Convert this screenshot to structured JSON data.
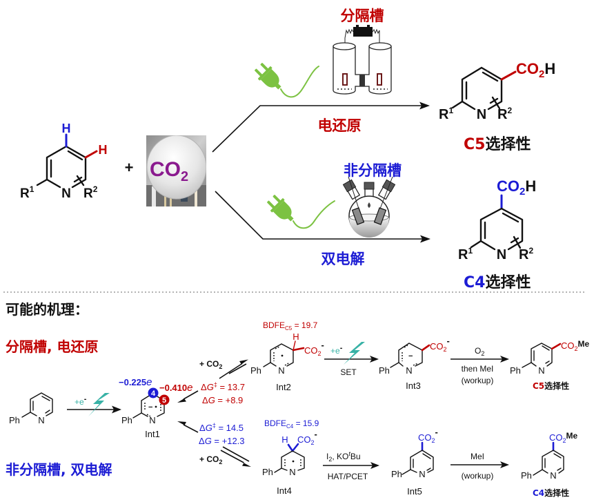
{
  "colors": {
    "red": "#c00000",
    "blue": "#1c1cd4",
    "teal": "#38b2a6",
    "green": "#7cc242",
    "purple": "#8a1a8e"
  },
  "top": {
    "reactant": {
      "h_c4": "H",
      "h_c5": "H",
      "r1": "R",
      "r1_sup": "1",
      "n": "N",
      "r2": "R",
      "r2_sup": "2"
    },
    "plus": "+",
    "co2_photo": {
      "formula": "CO",
      "formula_sub": "2"
    },
    "route_divided": {
      "cell_label": "分隔槽",
      "method_label": "电还原",
      "product": {
        "co": "CO",
        "co_sub": "2",
        "h": "H",
        "r1": "R",
        "r1_sup": "1",
        "n": "N",
        "r2": "R",
        "r2_sup": "2"
      },
      "selectivity": {
        "site": "C5",
        "label": "选择性"
      }
    },
    "route_undivided": {
      "cell_label": "非分隔槽",
      "method_label": "双电解",
      "product": {
        "co": "CO",
        "co_sub": "2",
        "h": "H",
        "r1": "R",
        "r1_sup": "1",
        "n": "N",
        "r2": "R",
        "r2_sup": "2"
      },
      "selectivity": {
        "site": "C4",
        "label": "选择性"
      }
    }
  },
  "mechanism": {
    "heading": "可能的机理：",
    "condition_divided": "分隔槽, 电还原",
    "condition_undivided": "非分隔槽, 双电解",
    "substrate": {
      "ph": "Ph",
      "n": "N"
    },
    "reduction": {
      "reagent": "+e",
      "reagent_sup": "-"
    },
    "int1": {
      "label": "Int1",
      "ph": "Ph",
      "n": "N",
      "ring_charge": "−",
      "pos4": "4",
      "pos5": "5",
      "charge_c4": "−0.225",
      "charge_c5": "−0.410",
      "unit": "e"
    },
    "divided_path": {
      "co2_addition": {
        "text": "+ CO",
        "sub": "2"
      },
      "barrier": {
        "delta": "Δ",
        "g": "G",
        "dagger": "‡",
        "value": " = 13.7"
      },
      "free_energy": {
        "delta": "Δ",
        "g": "G",
        "value": " = +8.9"
      },
      "int2": {
        "label": "Int2",
        "ph": "Ph",
        "n": "N",
        "h": "H",
        "co": "CO",
        "co_sub": "2",
        "charge": "-",
        "bdfe": {
          "name": "BDFE",
          "sub": "C5",
          "value": " = 19.7"
        }
      },
      "set_step": {
        "reagent": "+e",
        "reagent_sup": "-",
        "label": "SET"
      },
      "int3": {
        "label": "Int3",
        "ph": "Ph",
        "n": "N",
        "ring_charge": "−",
        "co": "CO",
        "co_sub": "2",
        "charge": "-"
      },
      "workup": {
        "reagent": "O",
        "reagent_sub": "2",
        "line2": "then MeI",
        "line3": "(workup)"
      },
      "product": {
        "ph": "Ph",
        "n": "N",
        "co": "CO",
        "co_sub": "2",
        "me": "Me",
        "site": "C5",
        "label": "选择性"
      }
    },
    "undivided_path": {
      "co2_addition": {
        "text": "+ CO",
        "sub": "2"
      },
      "barrier": {
        "delta": "Δ",
        "g": "G",
        "dagger": "‡",
        "value": " = 14.5"
      },
      "free_energy": {
        "delta": "Δ",
        "g": "G",
        "value": " = +12.3"
      },
      "int4": {
        "label": "Int4",
        "ph": "Ph",
        "n": "N",
        "h": "H",
        "co": "CO",
        "co_sub": "2",
        "charge": "-",
        "bdfe": {
          "name": "BDFE",
          "sub": "C4",
          "value": " = 15.9"
        }
      },
      "hat_step": {
        "reagent": "I",
        "reagent_sub": "2",
        "reagent_mid": ", KO",
        "reagent_sup": "t",
        "reagent_end": "Bu",
        "label": "HAT/PCET"
      },
      "int5": {
        "label": "Int5",
        "ph": "Ph",
        "n": "N",
        "co": "CO",
        "co_sub": "2",
        "charge": "-"
      },
      "workup": {
        "reagent": "MeI",
        "line2": "(workup)"
      },
      "product": {
        "ph": "Ph",
        "n": "N",
        "co": "CO",
        "co_sub": "2",
        "me": "Me",
        "site": "C4",
        "label": "选择性"
      }
    }
  }
}
